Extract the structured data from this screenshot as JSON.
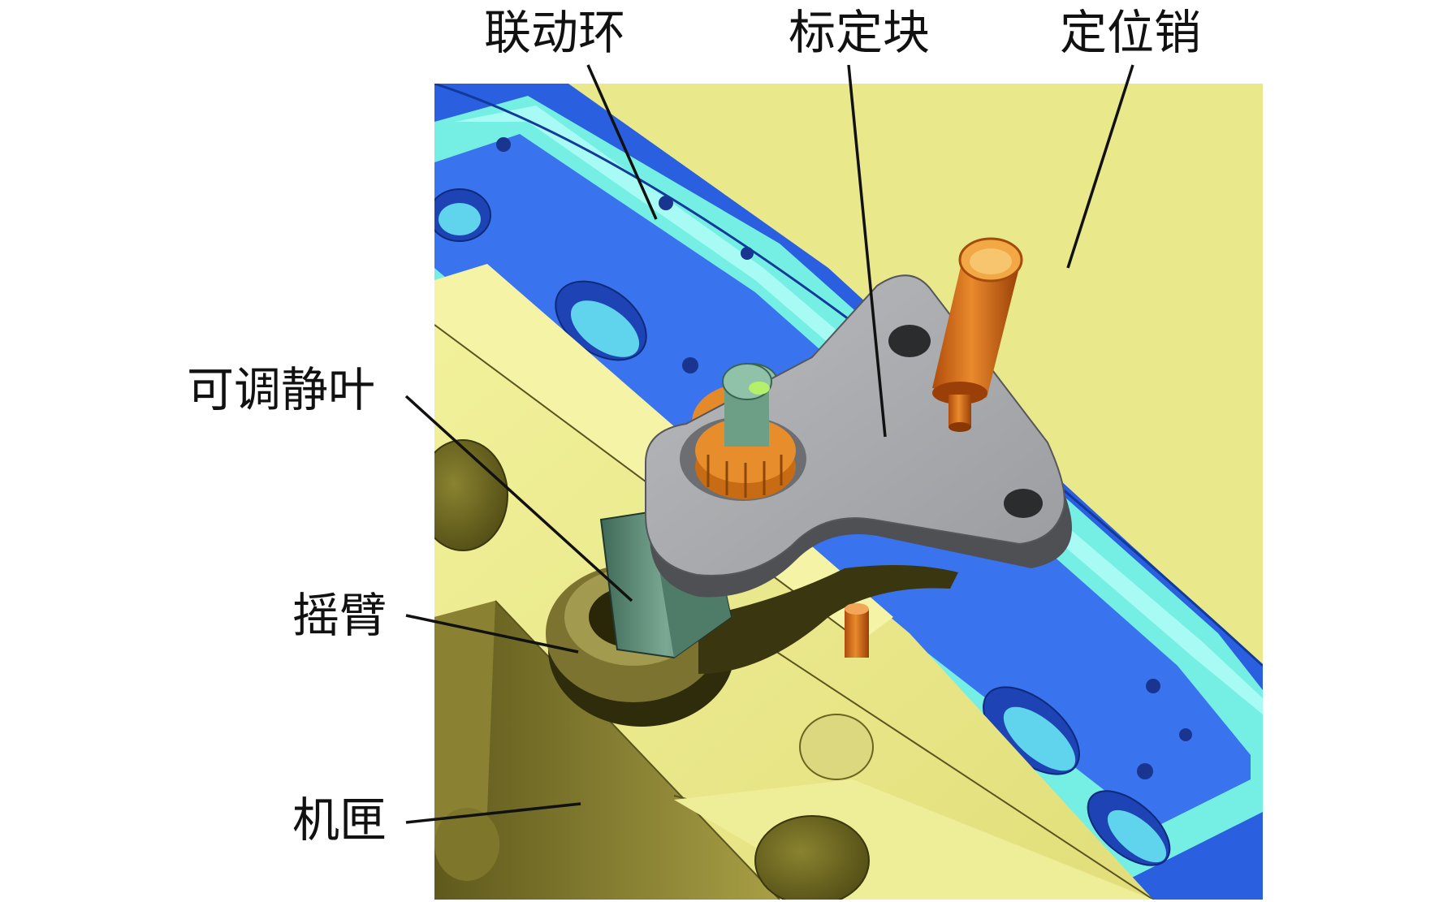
{
  "labels": {
    "linkage_ring": "联动环",
    "calibration_block": "标定块",
    "locating_pin": "定位销",
    "adjustable_vane": "可调静叶",
    "rocker_arm": "摇臂",
    "casing": "机匣"
  },
  "colors": {
    "casing_yellow": "#ecec8a",
    "casing_shadow": "#a9a04a",
    "casing_dark": "#6b6420",
    "ring_blue": "#2a5fe0",
    "ring_cyan": "#7ff3e8",
    "ring_slot": "#1b3fb0",
    "block_gray": "#a7a9ac",
    "block_dark": "#5c5e61",
    "pin_orange": "#e2761f",
    "pin_top": "#f2b24a",
    "vane_green": "#5f8f7a",
    "gear_orange": "#d97a1d",
    "line": "#111111"
  }
}
